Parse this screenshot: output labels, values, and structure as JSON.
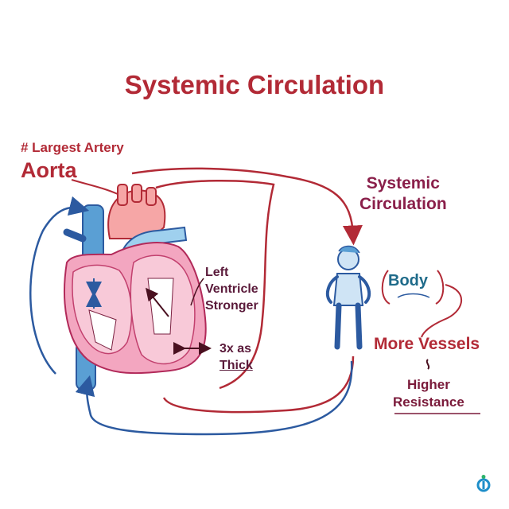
{
  "title": "Systemic Circulation",
  "artery_label": "# Largest Artery",
  "aorta_label": "Aorta",
  "systemic_label_line1": "Systemic",
  "systemic_label_line2": "Circulation",
  "left_ventricle_line1": "Left",
  "left_ventricle_line2": "Ventricle",
  "left_ventricle_line3": "Stronger",
  "thickness_line1": "3x as",
  "thickness_line2": "Thick",
  "body_label": "Body",
  "vessels_label": "More Vessels",
  "resistance_line1": "Higher",
  "resistance_line2": "Resistance",
  "colors": {
    "title": "#b22a36",
    "artery_red": "#c0392b",
    "vein_blue": "#2c5aa0",
    "heart_pink": "#f3a6c0",
    "person_blue": "#cfe4f5"
  }
}
